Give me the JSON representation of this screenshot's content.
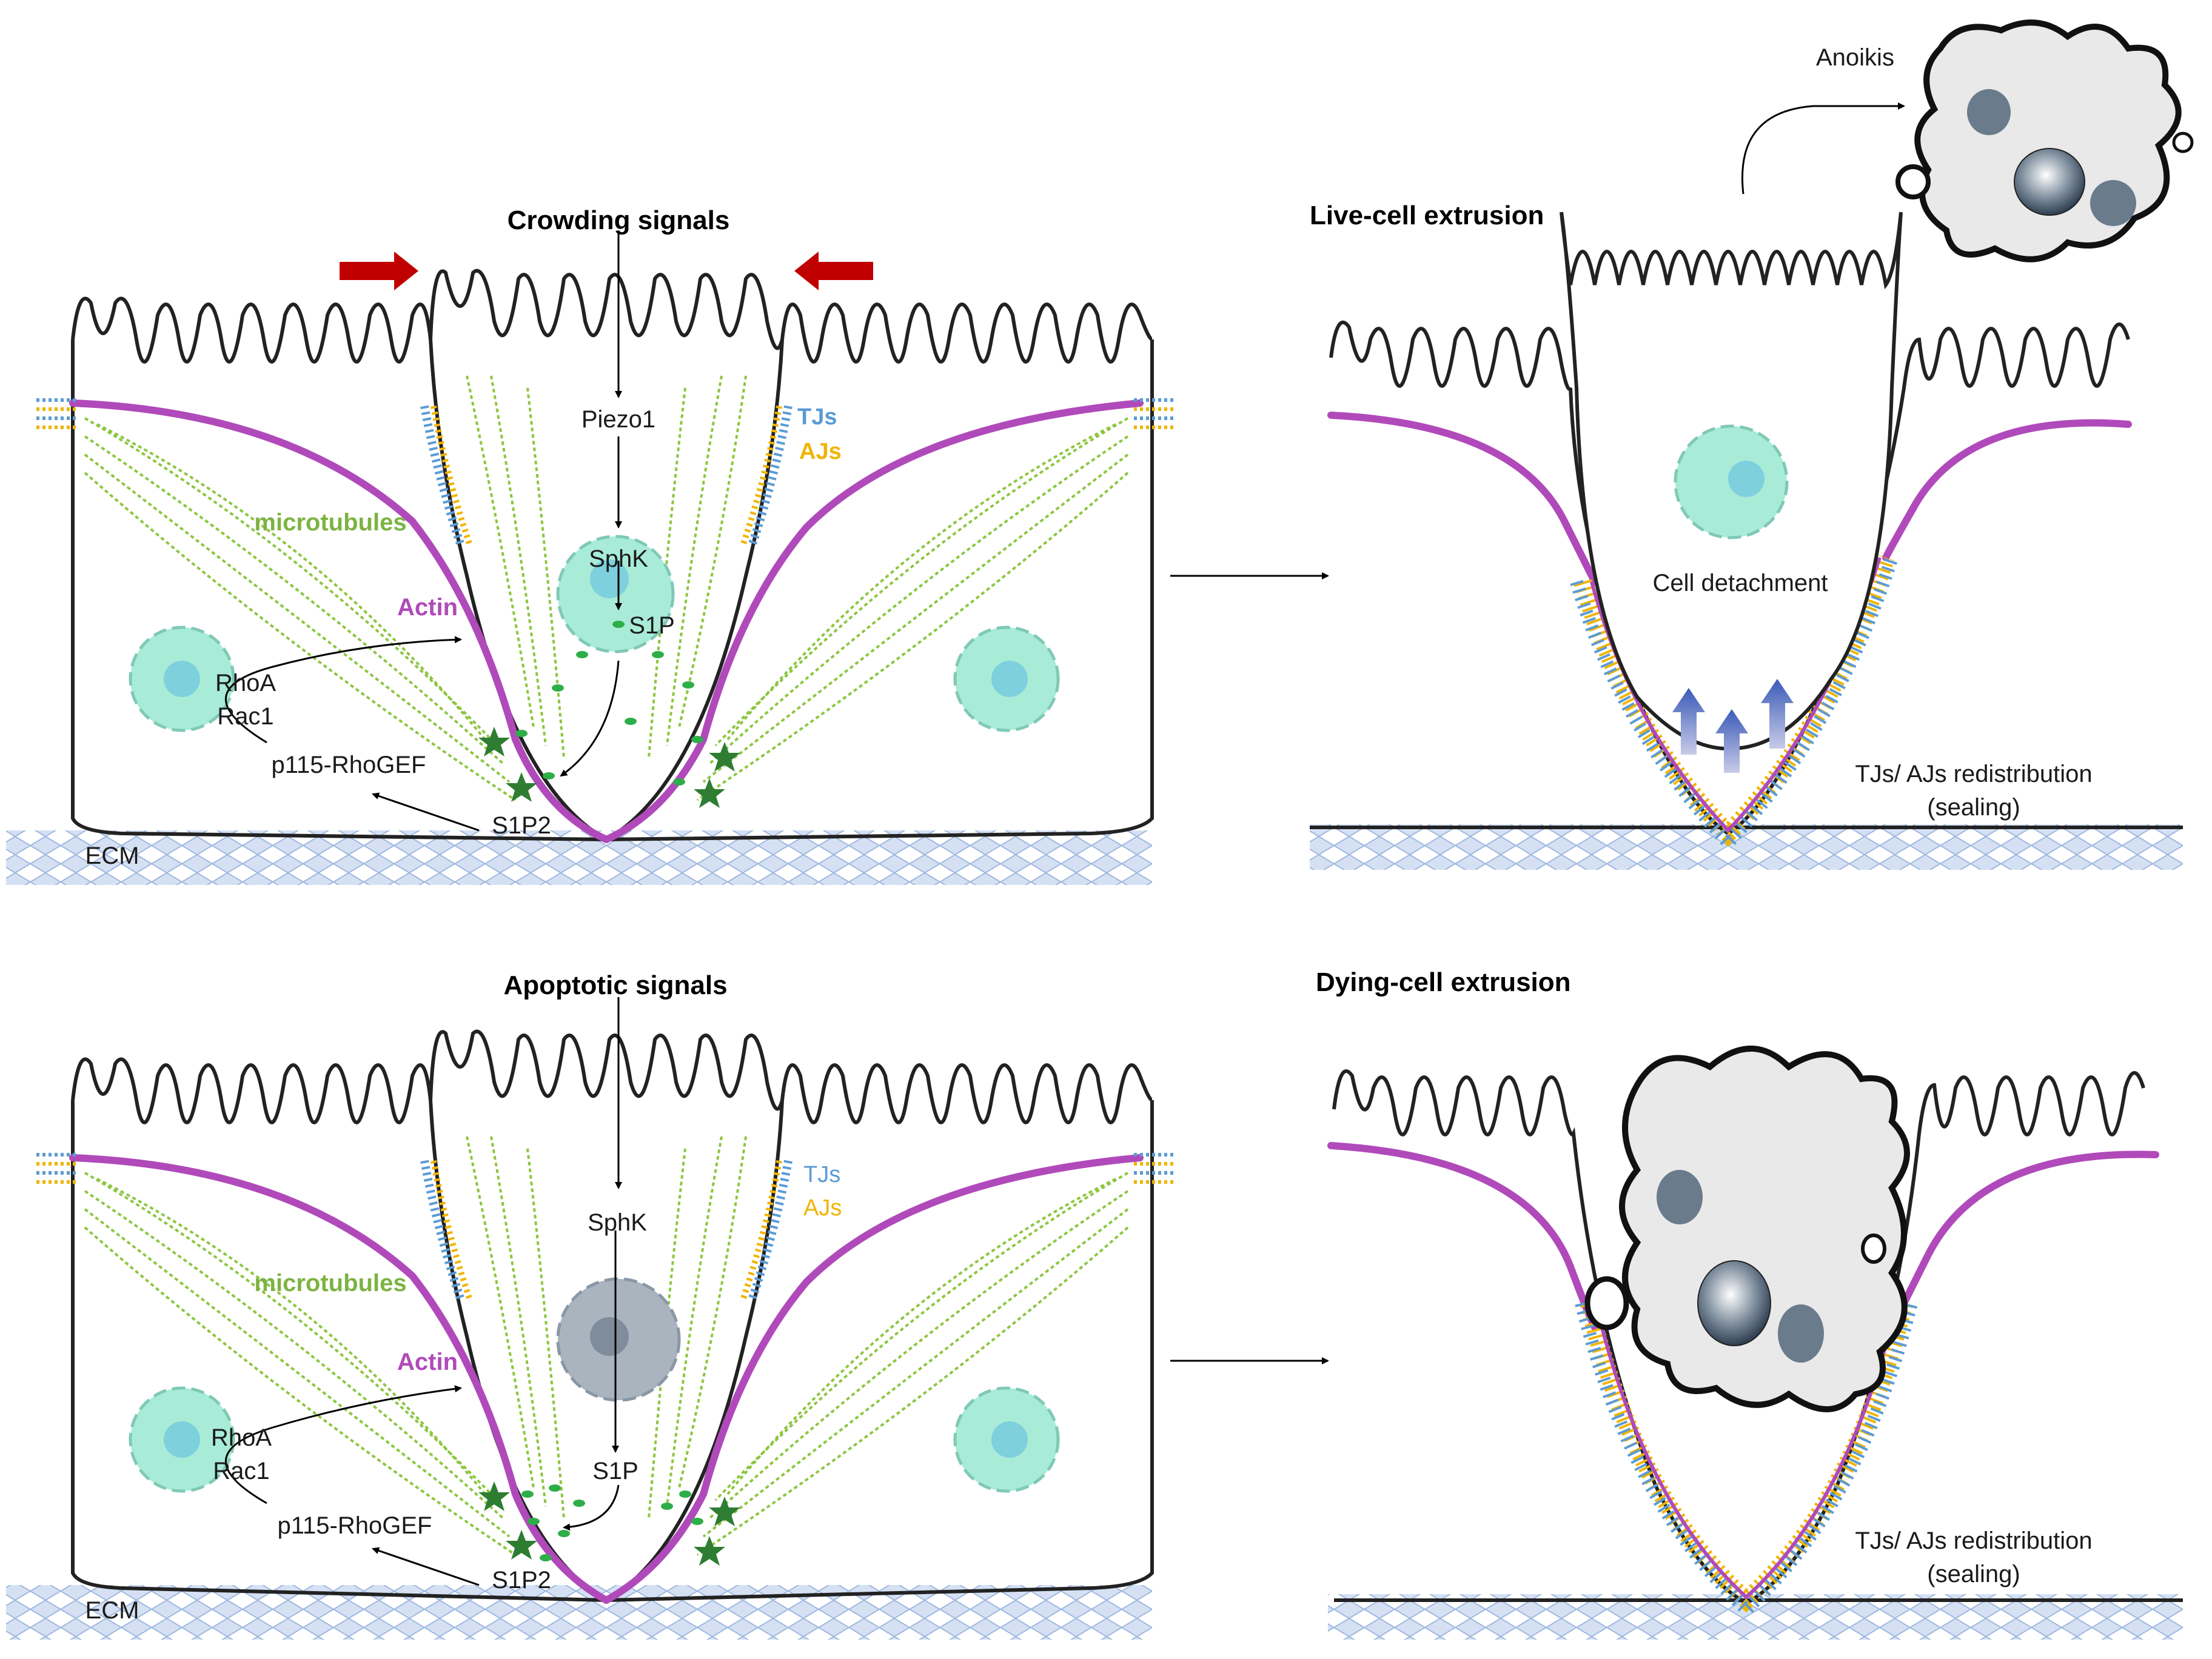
{
  "top": {
    "signal_title": "Crowding signals",
    "piezo": "Piezo1",
    "sphk": "SphK",
    "s1p": "S1P",
    "microtubules": "microtubules",
    "actin": "Actin",
    "rhoa": "RhoA",
    "rac1": "Rac1",
    "p115": "p115-RhoGEF",
    "s1p2": "S1P2",
    "ecm": "ECM",
    "tjs": "TJs",
    "ajs": "AJs",
    "result_title": "Live-cell extrusion",
    "anoikis": "Anoikis",
    "detachment": "Cell detachment",
    "redistribution": "TJs/ AJs redistribution",
    "sealing": "(sealing)"
  },
  "bottom": {
    "signal_title": "Apoptotic signals",
    "sphk": "SphK",
    "s1p": "S1P",
    "microtubules": "microtubules",
    "actin": "Actin",
    "rhoa": "RhoA",
    "rac1": "Rac1",
    "p115": "p115-RhoGEF",
    "s1p2": "S1P2",
    "ecm": "ECM",
    "tjs": "TJs",
    "ajs": "AJs",
    "result_title": "Dying-cell extrusion",
    "redistribution": "TJs/ AJs redistribution",
    "sealing": "(sealing)"
  },
  "colors": {
    "actin": "#b04aba",
    "microtubules": "#7cb342",
    "nucleus": "#a8ecd8",
    "tj": "#5b9bd5",
    "aj": "#f0b400",
    "ecm": "#aac4e6",
    "receptor": "#2e7d32",
    "push_arrow": "#c00000"
  }
}
